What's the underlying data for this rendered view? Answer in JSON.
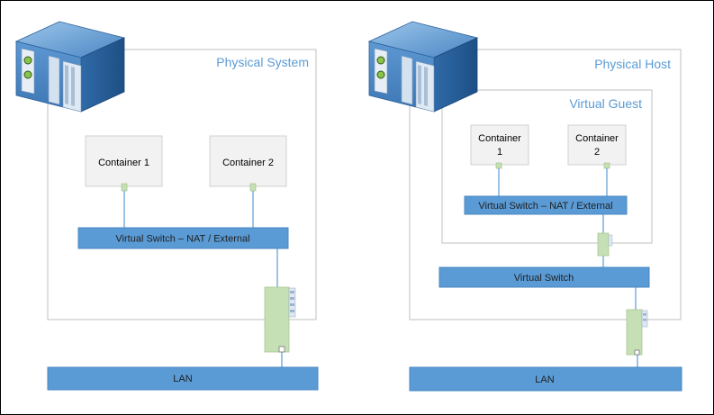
{
  "left": {
    "frame_label": "Physical System",
    "container1": "Container 1",
    "container2": "Container 2",
    "switch": "Virtual Switch – NAT / External",
    "lan": "LAN"
  },
  "right": {
    "frame_label": "Physical Host",
    "guest_label": "Virtual Guest",
    "container1_line1": "Container",
    "container1_line2": "1",
    "container2_line1": "Container",
    "container2_line2": "2",
    "inner_switch": "Virtual Switch – NAT / External",
    "switch": "Virtual Switch",
    "lan": "LAN"
  },
  "colors": {
    "frame_stroke": "#bfbfbf",
    "label_blue": "#5b9bd5",
    "switch_fill": "#5b9bd5",
    "container_fill": "#f2f2f2",
    "nic_fill": "#c5e0b4",
    "link_line": "#5b9bd5"
  },
  "icons": [
    "server-icon",
    "server-icon"
  ]
}
